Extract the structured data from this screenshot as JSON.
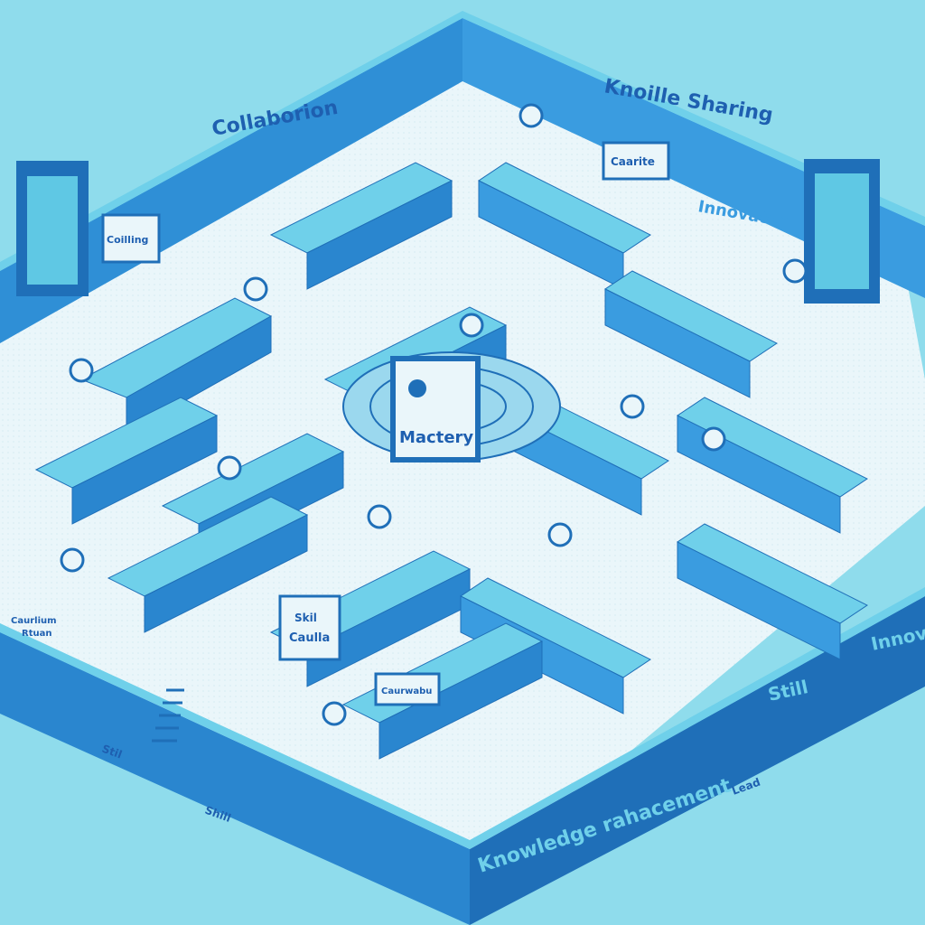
{
  "labels": {
    "top_left": "Collaborion",
    "top_right": "Knoille Sharing",
    "right_upper": "Innovaton",
    "right_edge": "Innove",
    "front_wall": "Knowledge rahacement",
    "front_right": "Still",
    "center_sign": "Mactery",
    "sign_upper": "Caarite",
    "sign_left": "Coilling",
    "sign_center_left": "Caulla",
    "sign_center_left_small": "Skil",
    "sign_lower": "Caurwabu",
    "left_wall_sign": "Caurlium",
    "left_wall_sign2": "Rtuan",
    "floor_label_1": "Stil",
    "floor_label_2": "Shill",
    "floor_label_3": "Lead"
  },
  "colors": {
    "background": "#8fdcec",
    "floor": "#e6f4f8",
    "wall_top": "#5fc8e4",
    "wall_side": "#2a86cf",
    "wall_dark": "#1f6fb8",
    "accent": "#1e5fb0"
  }
}
